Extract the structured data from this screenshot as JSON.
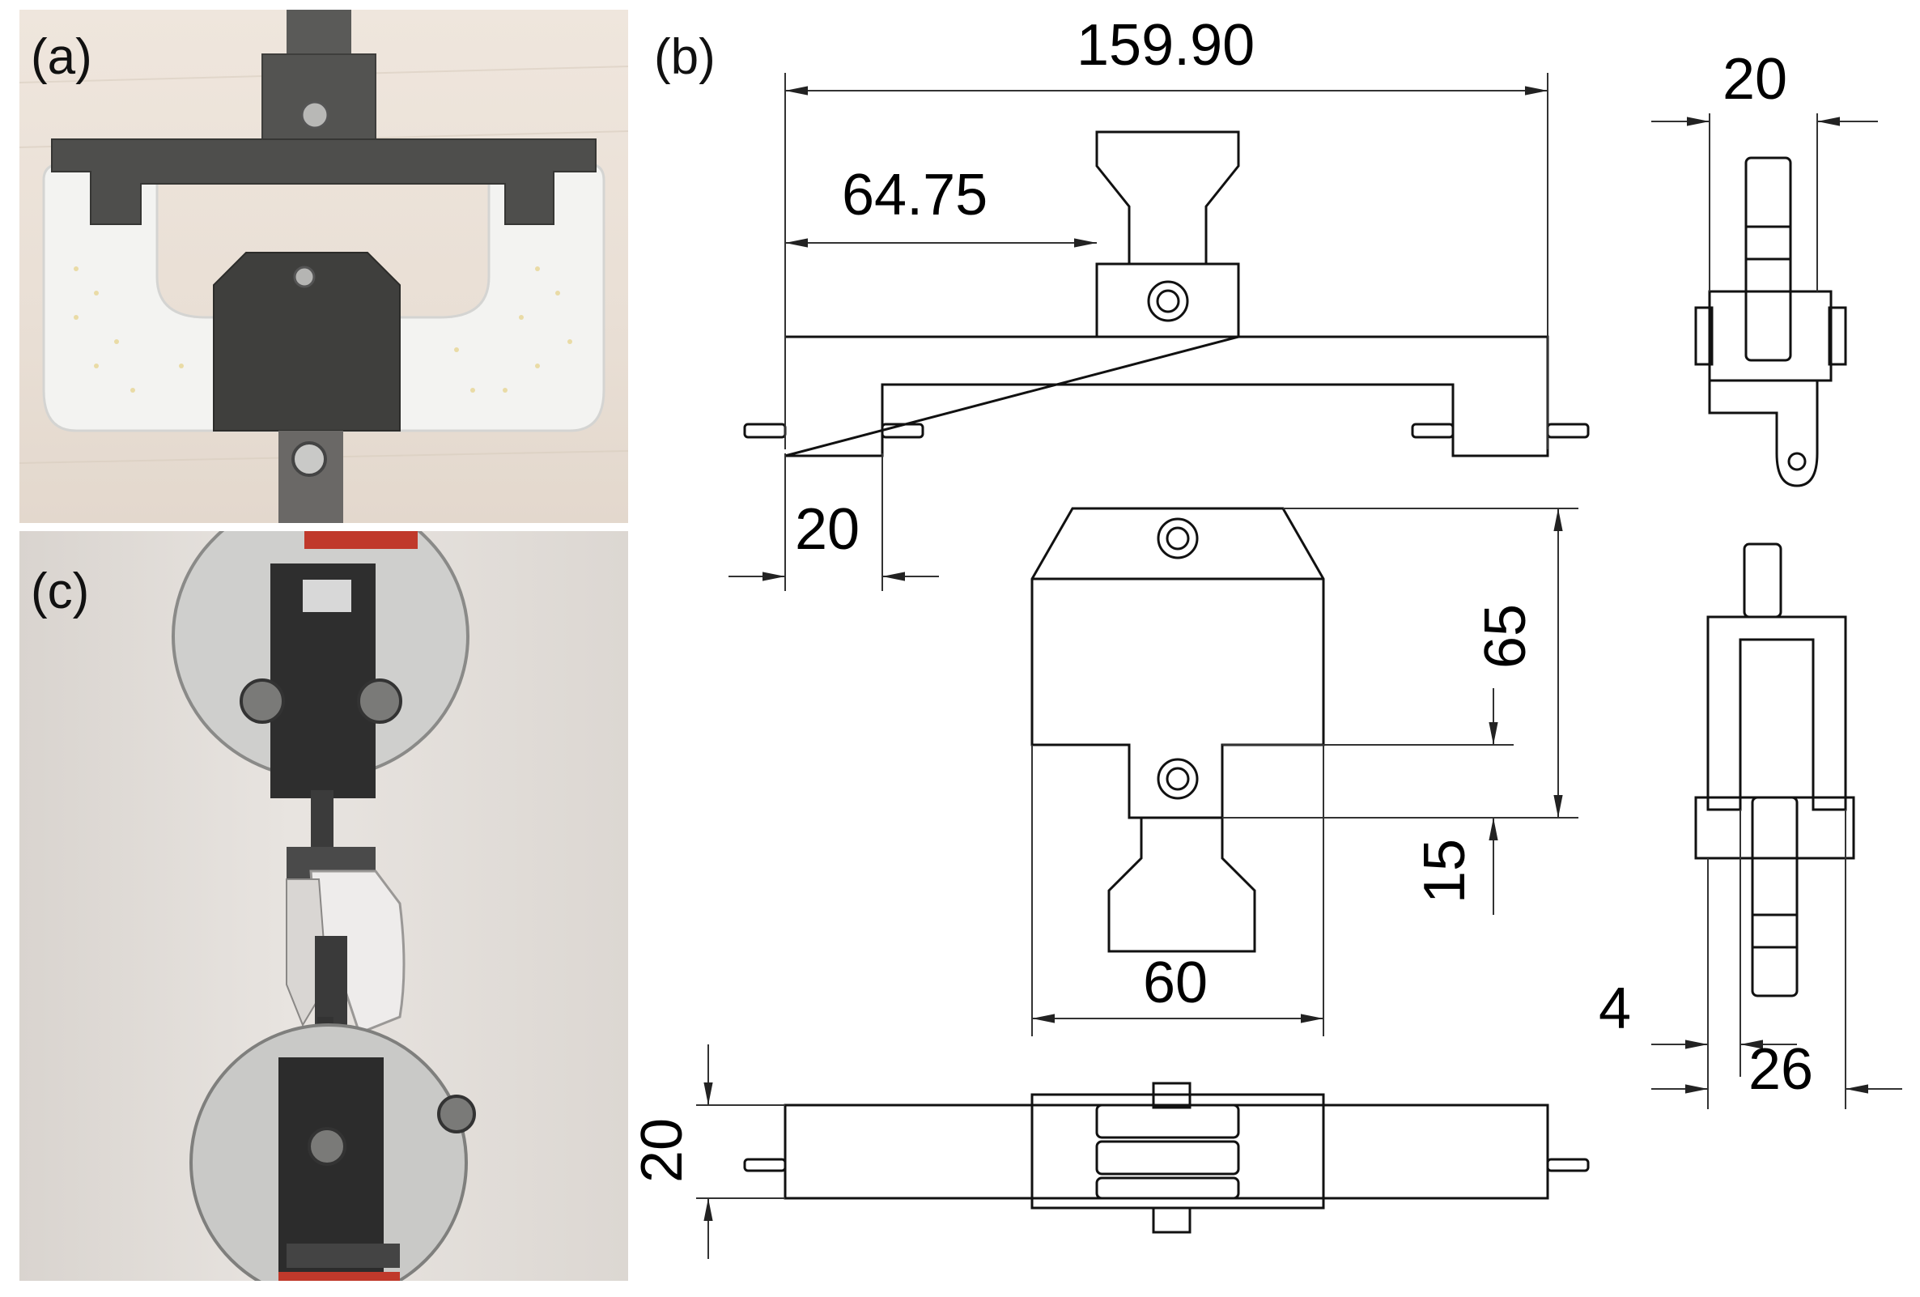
{
  "panels": {
    "a_label": "(a)",
    "b_label": "(b)",
    "c_label": "(c)"
  },
  "dimensions": {
    "overall_length": "159.90",
    "inner_offset": "64.75",
    "end_width": "20",
    "side_width_top": "20",
    "center_height": "65",
    "lug_height": "15",
    "center_width": "60",
    "thickness_bottom": "20",
    "plate_gap": "4",
    "side_width_bottom": "26"
  },
  "colors": {
    "line": "#111111",
    "dimension_line": "#333333",
    "steel": "#4a4a48",
    "white_fixture": "#f2f2f0",
    "background": "#ffffff"
  }
}
